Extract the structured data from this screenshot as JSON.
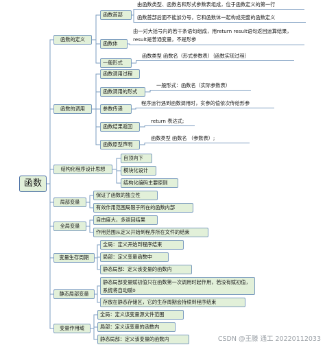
{
  "root": "函数",
  "branches": [
    {
      "label": "函数的定义",
      "children": [
        {
          "label": "函数首部",
          "details": [
            "由函数类型、函数名和形式参数表组成，位于函数定义的第一行",
            "函数首部后面不能加分号，它和函数体一起构成完整的函数定义"
          ]
        },
        {
          "label": "函数体",
          "details": [
            "由一对大括号内的若干条语句组成，用return result语句返回运算结果，result是普通变量，不是形参"
          ]
        },
        {
          "label": "一般形式",
          "details": [
            "函数类型  函数名（形式参数表）｛函数实现过程｝"
          ]
        }
      ]
    },
    {
      "label": "函数的调用",
      "children": [
        {
          "label": "函数调用过程",
          "details": []
        },
        {
          "label": "函数调用的形式",
          "details": [
            "一般形式：函数名（实际参数表）"
          ]
        },
        {
          "label": "参数传递",
          "details": [
            "程序运行遇到函数调用时，实参的值依次传给形参"
          ]
        },
        {
          "label": "函数结果返回",
          "details": [
            "return 表达式;"
          ]
        },
        {
          "label": "函数原型声明",
          "details": [
            "函数类型  函数名 （参数表）;"
          ]
        }
      ]
    },
    {
      "label": "结构化程序设计思想",
      "children": [
        {
          "label": "自顶向下",
          "details": []
        },
        {
          "label": "模块化设计",
          "details": []
        },
        {
          "label": "结构化编码主要原则",
          "details": []
        }
      ]
    },
    {
      "label": "局部变量",
      "children": [
        {
          "label": "保证了函数的独立性",
          "details": []
        },
        {
          "label": "有效作用范围局限于所在的函数内部",
          "details": []
        }
      ]
    },
    {
      "label": "全局变量",
      "children": [
        {
          "label": "自由度大，多返回结果",
          "details": []
        },
        {
          "label": "作用范围从定义开始到程序所在文件的结束",
          "details": []
        }
      ]
    },
    {
      "label": "变量生存周期",
      "children": [
        {
          "label": "全局：定义开始到程序结束",
          "details": []
        },
        {
          "label": "局部：定义变量函数中",
          "details": []
        },
        {
          "label": "静态局部：定义该变量的函数内",
          "details": []
        }
      ]
    },
    {
      "label": "静态局部变量",
      "children": [
        {
          "label": "静态局部变量赋初值只在函数第一次调用时起作用，若没有赋初值，系统将自动赋0",
          "details": []
        },
        {
          "label": "存放在静态存储区，它的生存周期会持续到程序结束",
          "details": []
        }
      ]
    },
    {
      "label": "变量作用域",
      "children": [
        {
          "label": "全局：定义该变量源文件范围",
          "details": []
        },
        {
          "label": "局部：定义该变量的函数内",
          "details": []
        },
        {
          "label": "静态局部：定义该变量的函数内",
          "details": []
        }
      ]
    }
  ],
  "watermark": "CSDN @王滕 通工 20220112033"
}
